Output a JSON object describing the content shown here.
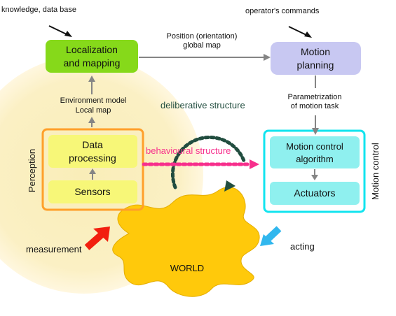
{
  "labels": {
    "knowledge": "knowledge, data base",
    "operator": "operator's commands",
    "position_line1": "Position (orientation)",
    "position_line2": "global map",
    "environment_line1": "Environment model",
    "environment_line2": "Local map",
    "deliberative": "deliberative structure",
    "behavioural": "behavioural structure",
    "parametrization_line1": "Parametrization",
    "parametrization_line2": "of motion task",
    "perception": "Perception",
    "motion_control": "Motion control",
    "measurement": "measurement",
    "acting": "acting"
  },
  "boxes": {
    "localization_line1": "Localization",
    "localization_line2": "and mapping",
    "motion_planning_line1": "Motion",
    "motion_planning_line2": "planning",
    "data_processing_line1": "Data",
    "data_processing_line2": "processing",
    "sensors": "Sensors",
    "motion_control_algorithm_line1": "Motion control",
    "motion_control_algorithm_line2": "algorithm",
    "actuators": "Actuators",
    "world": "WORLD"
  },
  "colors": {
    "localization_fill": "#86d91a",
    "motion_planning_fill": "#c8c8f2",
    "perception_border": "#ff9f2a",
    "perception_box_fill": "#f7f778",
    "motion_control_border": "#12e4ef",
    "motion_control_fill": "#8ff0ef",
    "world_fill": "#ffc90b",
    "deliberative_color": "#214d3f",
    "behavioural_color": "#f72f8c",
    "measurement_arrow": "#f21f0f",
    "acting_arrow": "#31b7ee",
    "environment_glow": "#f7e6a4"
  }
}
